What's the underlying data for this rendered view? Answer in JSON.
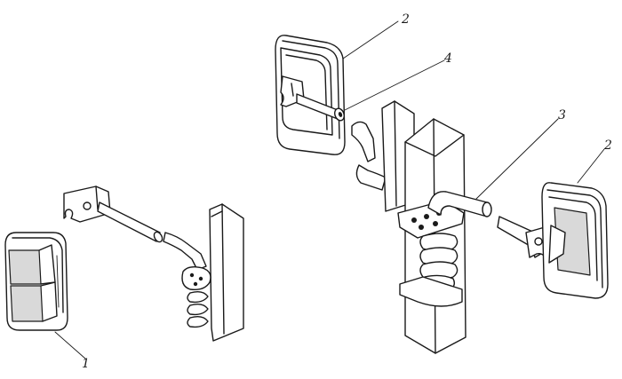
{
  "callouts": [
    {
      "id": "c1",
      "label": "1"
    },
    {
      "id": "c2a",
      "label": "2"
    },
    {
      "id": "c2b",
      "label": "2"
    },
    {
      "id": "c3",
      "label": "3"
    },
    {
      "id": "c4",
      "label": "4"
    }
  ],
  "colors": {
    "ink": "#1a1a1a",
    "paper": "#ffffff",
    "shade": "#d9d9d9"
  }
}
